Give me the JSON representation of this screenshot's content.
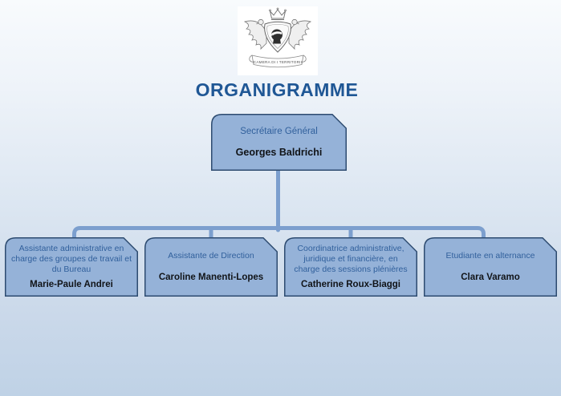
{
  "title": "ORGANIGRAMME",
  "logo": {
    "name": "camera-di-i-territorii-crest",
    "banner_text": "CAMERA DI I TERRITORII"
  },
  "org": {
    "root": {
      "role": "Secrétaire Général",
      "name": "Georges Baldrichi"
    },
    "children": [
      {
        "role": "Assistante administrative en charge des groupes de travail et du Bureau",
        "name": "Marie-Paule Andrei"
      },
      {
        "role": "Assistante de Direction",
        "name": "Caroline Manenti-Lopes"
      },
      {
        "role": "Coordinatrice administrative, juridique et financière, en charge des sessions plénières",
        "name": "Catherine Roux-Biaggi"
      },
      {
        "role": "Etudiante en alternance",
        "name": "Clara Varamo"
      }
    ]
  },
  "colors": {
    "title_text": "#1f5795",
    "box_fill": "#95b2d8",
    "box_border": "#2d4b70",
    "role_text": "#31609c",
    "name_text": "#111418",
    "connector": "#7c9fce",
    "background_top": "#f8fbfd",
    "background_bottom": "#bfd2e6"
  }
}
